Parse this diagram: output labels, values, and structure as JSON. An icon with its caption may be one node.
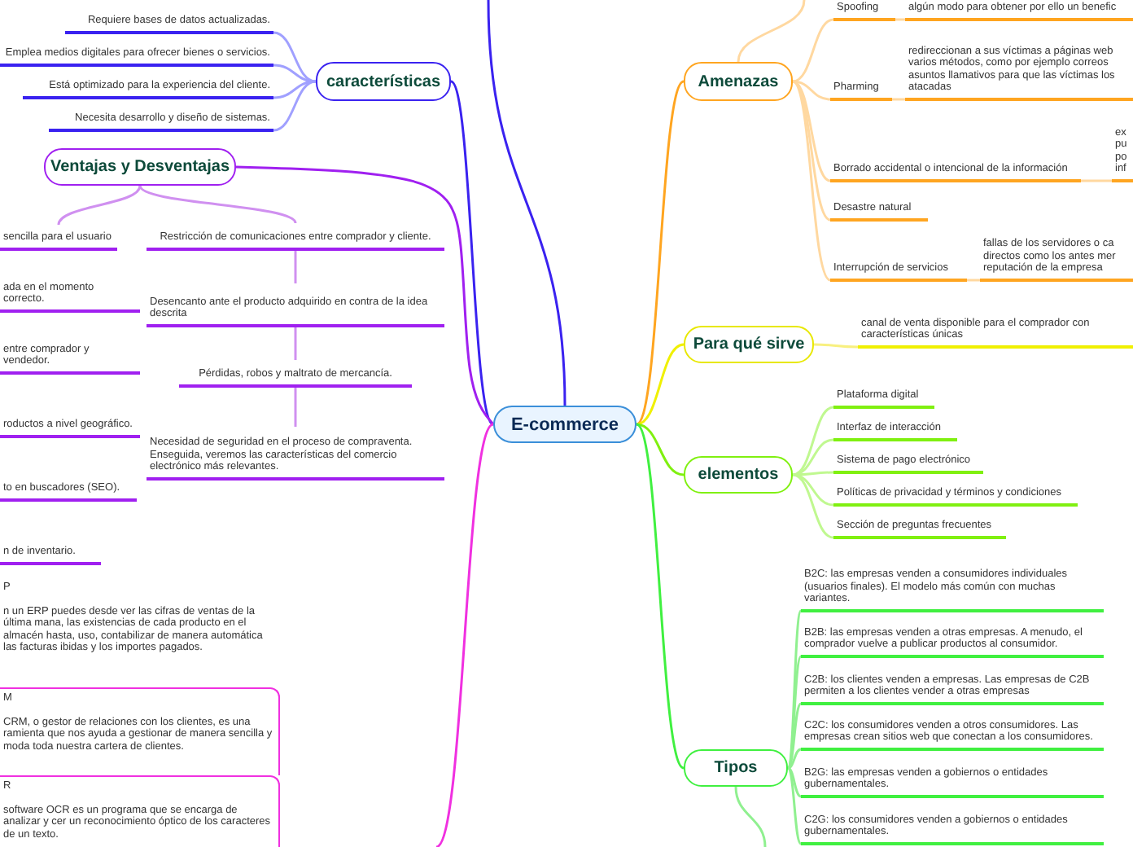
{
  "diagram": {
    "nodes": [
      {
        "text": [
          "E-commerce"
        ]
      },
      {
        "text": [
          "características"
        ]
      },
      {
        "text": [
          "Requiere bases de datos actualizadas."
        ]
      },
      {
        "text": [
          "Emplea medios digitales para ofrecer bienes o servicios."
        ]
      },
      {
        "text": [
          "Está optimizado para la experiencia del cliente."
        ]
      },
      {
        "text": [
          "Necesita desarrollo y diseño de sistemas."
        ]
      },
      {
        "text": [
          "Ventajas y Desventajas"
        ]
      },
      {
        "text": [
          "sencilla para el usuario"
        ]
      },
      {
        "text": [
          "ada en el momento correcto."
        ]
      },
      {
        "text": [
          "entre comprador y vendedor."
        ]
      },
      {
        "text": [
          "roductos a nivel geográfico."
        ]
      },
      {
        "text": [
          "to en buscadores (SEO)."
        ]
      },
      {
        "text": [
          "n de inventario."
        ]
      },
      {
        "text": [
          "P",
          "n un ERP puedes desde ver las cifras de ventas de la última mana, las existencias de cada producto en el almacén hasta, uso, contabilizar de manera automática las facturas ibidas y los importes pagados."
        ]
      },
      {
        "text": [
          "M",
          "CRM, o gestor de relaciones con los clientes, es una ramienta que nos ayuda a gestionar de manera sencilla y moda toda nuestra cartera de clientes."
        ]
      },
      {
        "text": [
          "R",
          "software OCR es un programa que se encarga de analizar y cer un reconocimiento óptico de los caracteres de un texto."
        ]
      },
      {
        "text": [
          "Restricción de comunicaciones entre comprador y cliente."
        ]
      },
      {
        "text": [
          "Desencanto ante el producto adquirido en contra de la idea descrita"
        ]
      },
      {
        "text": [
          "Pérdidas, robos y maltrato de mercancía."
        ]
      },
      {
        "text": [
          "Necesidad de seguridad en el proceso de compraventa. Enseguida, veremos las características del comercio electrónico más relevantes."
        ]
      },
      {
        "text": [
          "Amenazas"
        ]
      },
      {
        "text": [
          "Spoofing"
        ]
      },
      {
        "text": [
          "algún modo para obtener por ello un benefic"
        ]
      },
      {
        "text": [
          "Pharming"
        ]
      },
      {
        "text": [
          "redireccionan a sus víctimas a páginas web varios métodos, como por ejemplo correos asuntos llamativos para que las víctimas los atacadas"
        ]
      },
      {
        "text": [
          "Borrado accidental o intencional de la información"
        ]
      },
      {
        "text": [
          "ex pu po inf"
        ]
      },
      {
        "text": [
          "Desastre natural"
        ]
      },
      {
        "text": [
          "Interrupción de servicios"
        ]
      },
      {
        "text": [
          "fallas de los servidores o ca directos como los antes mer reputación de la empresa"
        ]
      },
      {
        "text": [
          "Para qué sirve"
        ]
      },
      {
        "text": [
          "canal de venta disponible para el comprador con características únicas"
        ]
      },
      {
        "text": [
          "elementos"
        ]
      },
      {
        "text": [
          "Plataforma digital"
        ]
      },
      {
        "text": [
          "Interfaz de interacción"
        ]
      },
      {
        "text": [
          "Sistema de pago electrónico"
        ]
      },
      {
        "text": [
          "Políticas de privacidad y términos y condiciones"
        ]
      },
      {
        "text": [
          "Sección de preguntas frecuentes"
        ]
      },
      {
        "text": [
          "Tipos"
        ]
      },
      {
        "text": [
          "B2C: las empresas venden a consumidores individuales (usuarios finales). El modelo más común con muchas variantes."
        ]
      },
      {
        "text": [
          "B2B: las empresas venden a otras empresas. A menudo, el comprador vuelve a publicar productos al consumidor."
        ]
      },
      {
        "text": [
          "C2B: los clientes venden a empresas. Las empresas de C2B permiten a los clientes vender a otras empresas"
        ]
      },
      {
        "text": [
          "C2C: los consumidores venden a otros consumidores. Las empresas crean sitios web que conectan a los consumidores."
        ]
      },
      {
        "text": [
          "B2G: las empresas venden a gobiernos o entidades gubernamentales."
        ]
      },
      {
        "text": [
          "C2G: los consumidores venden a gobiernos o entidades gubernamentales."
        ]
      }
    ],
    "edges": [
      {
        "from": 0,
        "to": 1,
        "arrow": "none",
        "color": "#3a22f0"
      },
      {
        "from": 0,
        "to": null,
        "arrow": "none",
        "color": "#3a22f0"
      },
      {
        "from": 0,
        "to": 6,
        "arrow": "none",
        "color": "#a020f0"
      },
      {
        "from": 0,
        "to": null,
        "arrow": "none",
        "color": "#f030e0"
      },
      {
        "from": 0,
        "to": 20,
        "arrow": "none",
        "color": "#ffa520"
      },
      {
        "from": 0,
        "to": 30,
        "arrow": "none",
        "color": "#f0f000"
      },
      {
        "from": 0,
        "to": 32,
        "arrow": "none",
        "color": "#80f010"
      },
      {
        "from": 0,
        "to": 38,
        "arrow": "none",
        "color": "#40f040"
      },
      {
        "from": 1,
        "to": 2,
        "arrow": "none",
        "color": "#a0a0ff"
      },
      {
        "from": 1,
        "to": 3,
        "arrow": "none",
        "color": "#a0a0ff"
      },
      {
        "from": 1,
        "to": 4,
        "arrow": "none",
        "color": "#a0a0ff"
      },
      {
        "from": 1,
        "to": 5,
        "arrow": "none",
        "color": "#a0a0ff"
      },
      {
        "from": 6,
        "to": 7,
        "arrow": "none",
        "color": "#d090f0"
      },
      {
        "from": 6,
        "to": 16,
        "arrow": "none",
        "color": "#d090f0"
      },
      {
        "from": 16,
        "to": 17,
        "arrow": "none",
        "color": "#d090f0"
      },
      {
        "from": 17,
        "to": 18,
        "arrow": "none",
        "color": "#d090f0"
      },
      {
        "from": 18,
        "to": 19,
        "arrow": "none",
        "color": "#d090f0"
      },
      {
        "from": 20,
        "to": null,
        "arrow": "none",
        "color": "#ffd8a0"
      },
      {
        "from": 20,
        "to": 21,
        "arrow": "none",
        "color": "#ffd8a0"
      },
      {
        "from": 20,
        "to": 23,
        "arrow": "none",
        "color": "#ffd8a0"
      },
      {
        "from": 20,
        "to": 25,
        "arrow": "none",
        "color": "#ffd8a0"
      },
      {
        "from": 20,
        "to": 27,
        "arrow": "none",
        "color": "#ffd8a0"
      },
      {
        "from": 20,
        "to": 28,
        "arrow": "none",
        "color": "#ffd8a0"
      },
      {
        "from": 21,
        "to": 22,
        "arrow": "none",
        "color": "#ffd8a0"
      },
      {
        "from": 23,
        "to": 24,
        "arrow": "none",
        "color": "#ffd8a0"
      },
      {
        "from": 25,
        "to": 26,
        "arrow": "none",
        "color": "#ffd8a0"
      },
      {
        "from": 28,
        "to": 29,
        "arrow": "none",
        "color": "#ffd8a0"
      },
      {
        "from": 30,
        "to": 31,
        "arrow": "none",
        "color": "#f8f080"
      },
      {
        "from": 32,
        "to": 33,
        "arrow": "none",
        "color": "#c0f890"
      },
      {
        "from": 32,
        "to": 34,
        "arrow": "none",
        "color": "#c0f890"
      },
      {
        "from": 32,
        "to": 35,
        "arrow": "none",
        "color": "#c0f890"
      },
      {
        "from": 32,
        "to": 36,
        "arrow": "none",
        "color": "#c0f890"
      },
      {
        "from": 32,
        "to": 37,
        "arrow": "none",
        "color": "#c0f890"
      },
      {
        "from": 38,
        "to": 39,
        "arrow": "none",
        "color": "#90f090"
      },
      {
        "from": 38,
        "to": 40,
        "arrow": "none",
        "color": "#90f090"
      },
      {
        "from": 38,
        "to": 41,
        "arrow": "none",
        "color": "#90f090"
      },
      {
        "from": 38,
        "to": 42,
        "arrow": "none",
        "color": "#90f090"
      },
      {
        "from": 38,
        "to": 43,
        "arrow": "none",
        "color": "#90f090"
      },
      {
        "from": 38,
        "to": 44,
        "arrow": "none",
        "color": "#90f090"
      },
      {
        "from": 38,
        "to": null,
        "arrow": "none",
        "color": "#90f090"
      }
    ]
  }
}
